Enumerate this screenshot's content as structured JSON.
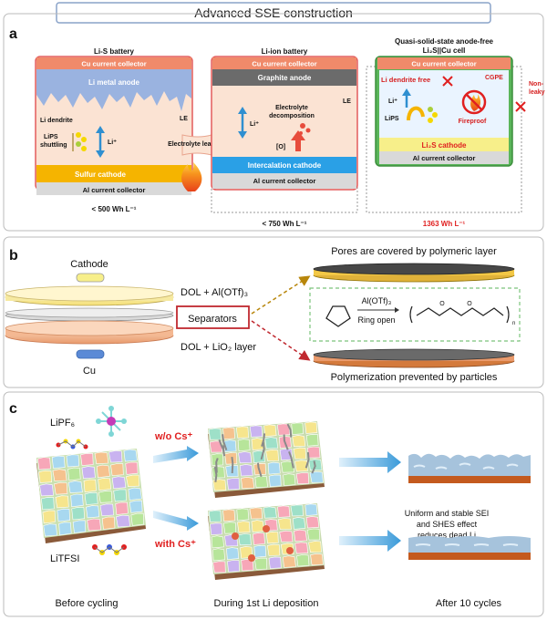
{
  "title": "Advanced SSE construction",
  "colors": {
    "cu": "#f08a6a",
    "electrolyte": "#fbe3d3",
    "anode_li": "#9ab3e0",
    "graphite": "#6b6b6b",
    "sulfur": "#f5b400",
    "intercal": "#2aa0e6",
    "al": "#d9d9d9",
    "green": "#5ab55a",
    "red": "#e02020",
    "red_dark": "#c0392b",
    "li2s": "#f7ef8a",
    "separator_red": "#c0282f",
    "blue_arrow": "#5aa6d9"
  },
  "panel_a": {
    "letter": "a",
    "cells": [
      {
        "title": "Li-S battery",
        "cu_label": "Cu current collector",
        "anode_label": "Li metal anode",
        "le_label": "LE",
        "dendrite_label": "Li dendrite",
        "lips_label_1": "LiPS",
        "lips_label_2": "shuttling",
        "li_label": "Li⁺",
        "cathode_label": "Sulfur cathode",
        "al_label": "Al current collector",
        "energy": "< 500 Wh L⁻¹"
      },
      {
        "title": "Li-ion battery",
        "cu_label": "Cu current collector",
        "anode_label": "Graphite anode",
        "le_label": "LE",
        "li_label": "Li⁺",
        "decomp_label_1": "Electrolyte",
        "decomp_label_2": "decomposition",
        "o_label": "[O]",
        "cathode_label": "Intercalation cathode",
        "al_label": "Al current collector",
        "energy": "< 750 Wh L⁻¹"
      },
      {
        "title_1": "Quasi-solid-state anode-free",
        "title_2": "Li₂S||Cu cell",
        "cu_label": "Cu current collector",
        "dendrite_free": "Li dendrite free",
        "cgpe": "CGPE",
        "li_label": "Li⁺",
        "lips_label": "LiPS",
        "fireproof": "Fireproof",
        "nonleaky_1": "Non-",
        "nonleaky_2": "leaky",
        "cathode_label": "Li₂S cathode",
        "al_label": "Al current collector",
        "energy": "1363 Wh L⁻¹"
      }
    ],
    "leak_label": "Electrolyte leaking"
  },
  "panel_b": {
    "letter": "b",
    "cathode": "Cathode",
    "cu": "Cu",
    "dol_al": "DOL + Al(OTf)₃",
    "separators": "Separators",
    "dol_lio2": "DOL + LiO₂ layer",
    "pores": "Pores are covered by polymeric layer",
    "reagent": "Al(OTf)₃",
    "ring_open": "Ring open",
    "subscript_n": "n",
    "prevented": "Polymerization prevented by particles"
  },
  "panel_c": {
    "letter": "c",
    "lipf6": "LiPF₆",
    "litfsi": "LiTFSI",
    "wo_cs": "w/o Cs⁺",
    "with_cs": "with Cs⁺",
    "note_1": "Uniform and stable SEI",
    "note_2": "and SHES effect",
    "note_3": "reduces dead Li",
    "cap_before": "Before cycling",
    "cap_during": "During 1st Li deposition",
    "cap_after": "After 10 cycles"
  }
}
